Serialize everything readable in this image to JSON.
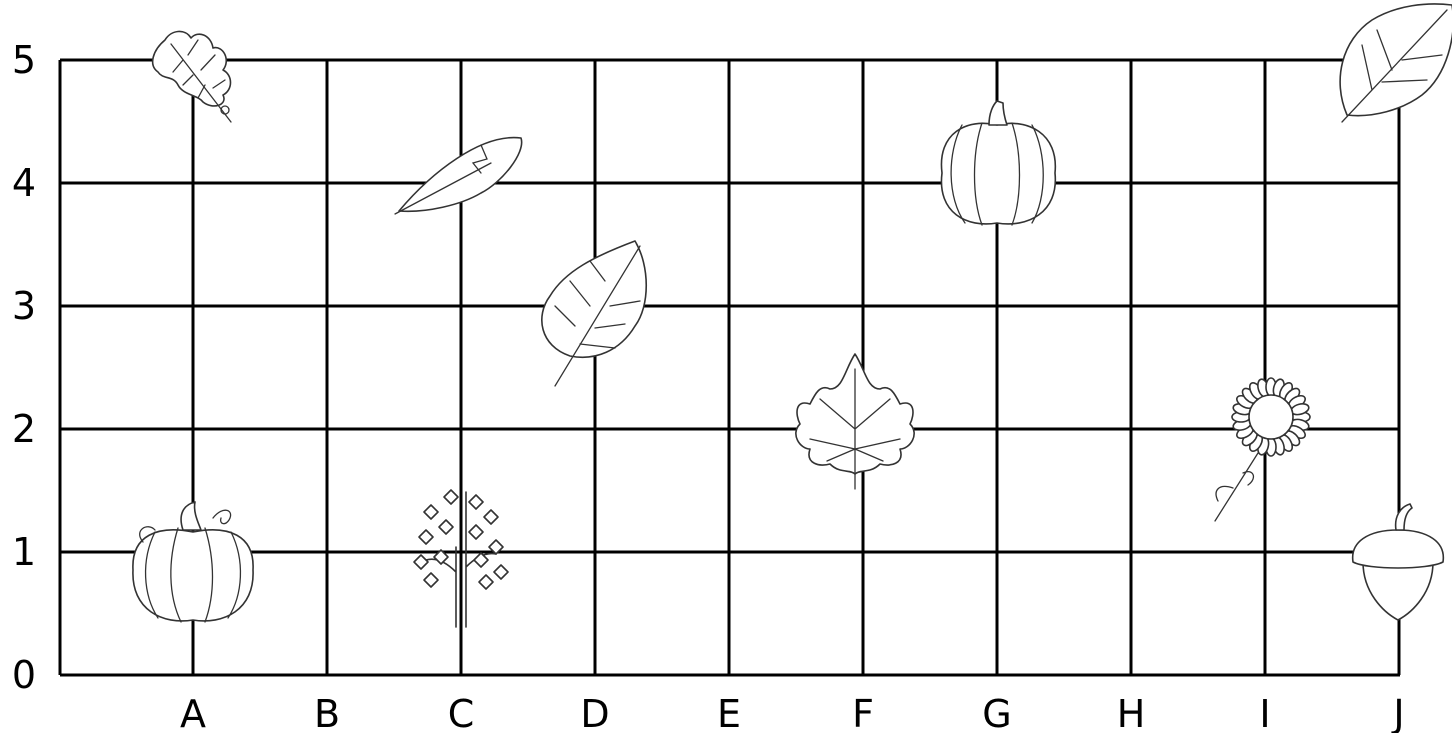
{
  "grid": {
    "x_labels": [
      "A",
      "B",
      "C",
      "D",
      "E",
      "F",
      "G",
      "H",
      "I",
      "J"
    ],
    "y_labels": [
      "0",
      "1",
      "2",
      "3",
      "4",
      "5"
    ]
  },
  "pictures": [
    {
      "name": "oak-leaf-icon",
      "x": "A",
      "y": 5
    },
    {
      "name": "long-leaf-icon",
      "x": "C",
      "y": 4
    },
    {
      "name": "pumpkin-icon",
      "x": "G",
      "y": 4
    },
    {
      "name": "leaf-icon",
      "x": "D",
      "y": 3
    },
    {
      "name": "maple-leaf-icon",
      "x": "F",
      "y": 2
    },
    {
      "name": "sunflower-icon",
      "x": "I",
      "y": 2
    },
    {
      "name": "pumpkin-with-vines-icon",
      "x": "A",
      "y": 1
    },
    {
      "name": "tree-icon",
      "x": "C",
      "y": 1
    },
    {
      "name": "acorn-icon",
      "x": "J",
      "y": 1
    },
    {
      "name": "round-leaf-icon",
      "x": "J",
      "y": 5
    }
  ]
}
